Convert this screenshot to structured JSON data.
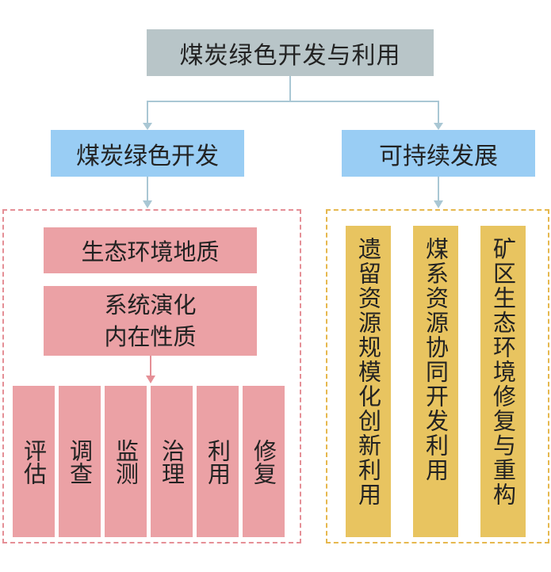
{
  "root": {
    "label": "煤炭绿色开发与利用"
  },
  "left_branch": {
    "label": "煤炭绿色开发",
    "geology": "生态环境地质",
    "evolution_line1": "系统演化",
    "evolution_line2": "内在性质",
    "actions": [
      "评估",
      "调查",
      "监测",
      "治理",
      "利用",
      "修复"
    ]
  },
  "right_branch": {
    "label": "可持续发展",
    "items": [
      "遗留资源规模化创新利用",
      "煤系资源协同开发利用",
      "矿区生态环境修复与重构"
    ]
  },
  "colors": {
    "root_fill": "#b8c5c8",
    "level1_fill": "#99cdf4",
    "pink_fill": "#eba1a5",
    "gold_fill": "#e8c460",
    "left_frame": "#e58f96",
    "right_frame": "#e6b84e",
    "connector": "#a9c7d4",
    "pink_arrow": "#e58f96"
  }
}
